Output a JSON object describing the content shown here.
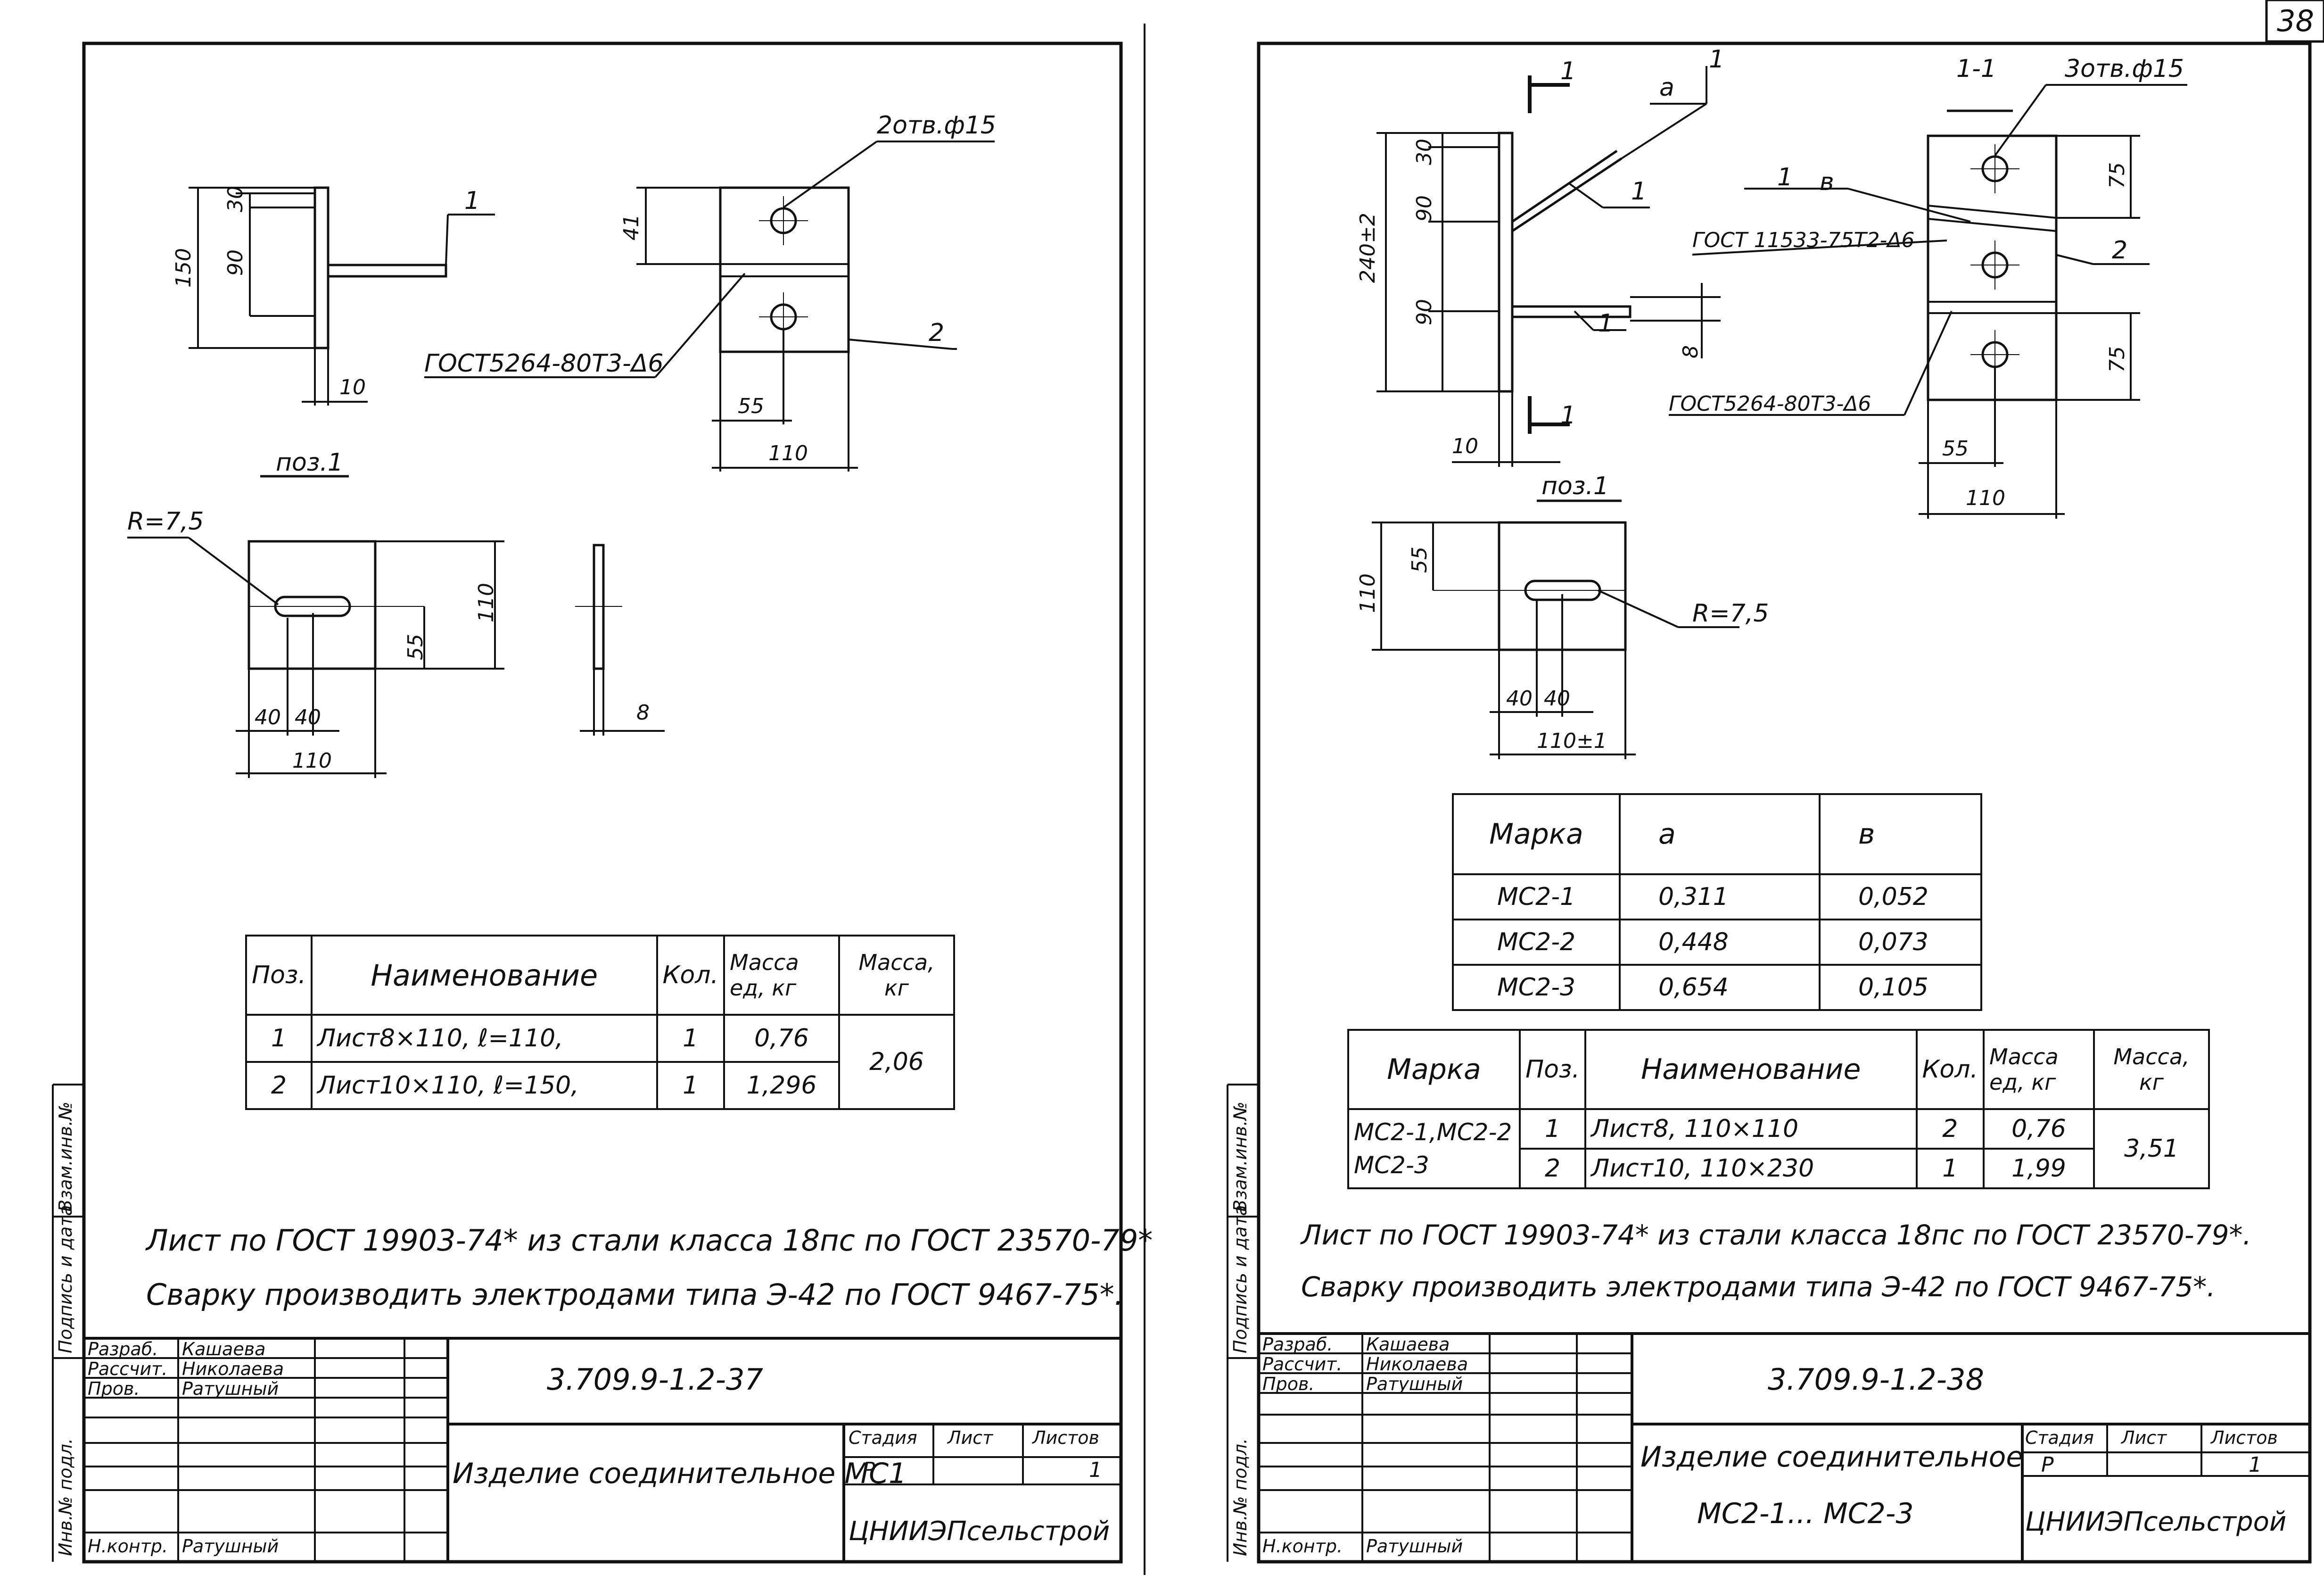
{
  "page_number": "38",
  "left_sheet": {
    "labels": {
      "hole_note": "2отв.ф15",
      "gost_weld": "ГОСТ5264-80Т3-Δ6",
      "pos1_title": "поз.1",
      "radius": "R=7,5",
      "pos1_label": "1",
      "pos2_label": "2"
    },
    "dims": {
      "d150": "150",
      "d90": "90",
      "d30": "30",
      "d10": "10",
      "d41": "41",
      "d55": "55",
      "d110": "110",
      "d55b": "55",
      "d110b": "110",
      "d40a": "40",
      "d40b": "40",
      "d110c": "110",
      "d8": "8"
    },
    "spec": {
      "headers": [
        "Поз.",
        "Наименование",
        "Кол.",
        "Масса ед, кг",
        "Масса, кг"
      ],
      "rows": [
        {
          "pos": "1",
          "name": "Лист8×110, ℓ=110,",
          "qty": "1",
          "mass_unit": "0,76"
        },
        {
          "pos": "2",
          "name": "Лист10×110, ℓ=150,",
          "qty": "1",
          "mass_unit": "1,296"
        }
      ],
      "total_mass": "2,06"
    },
    "notes": [
      "Лист по ГОСТ 19903-74* из стали класса 18пс по ГОСТ 23570-79*",
      "Сварку производить электродами типа Э-42 по ГОСТ 9467-75*."
    ],
    "title_block": {
      "code": "3.709.9-1.2-37",
      "roles": [
        "Разраб.",
        "Рассчит.",
        "Пров.",
        "Н.контр."
      ],
      "names": [
        "Кашаева",
        "Николаева",
        "Ратушный",
        "Ратушный"
      ],
      "title": "Изделие соединительное МС1",
      "stage_label": "Стадия",
      "sheet_label": "Лист",
      "sheets_label": "Листов",
      "stage": "Р",
      "sheets": "1",
      "org": "ЦНИИЭПсельстрой"
    },
    "side_stamps": [
      "Инв.№ подл.",
      "Подпись и дата",
      "Взам.инв.№"
    ]
  },
  "right_sheet": {
    "labels": {
      "section_mark": "1",
      "section_title": "1-1",
      "hole_note": "3отв.ф15",
      "angle_a": "a",
      "angle_1": "1",
      "gost_11533": "ГОСТ 11533-75Т2-Δ6",
      "gost_5264": "ГОСТ5264-80Т3-Δ6",
      "b_label": "в",
      "slope_1": "1",
      "pos1_title": "поз.1",
      "radius": "R=7,5",
      "pos1_label": "1",
      "pos2_label": "2",
      "pos1b_label": "1"
    },
    "dims": {
      "d240": "240±2",
      "d30": "30",
      "d90a": "90",
      "d90b": "90",
      "d10": "10",
      "d8": "8",
      "d75a": "75",
      "d75b": "75",
      "d55": "55",
      "d110": "110",
      "d110v": "110",
      "d55v": "55",
      "d40a": "40",
      "d40b": "40",
      "d110t": "110±1"
    },
    "marks_table": {
      "headers": [
        "Марка",
        "a",
        "в"
      ],
      "rows": [
        {
          "mark": "МС2-1",
          "a": "0,311",
          "b": "0,052"
        },
        {
          "mark": "МС2-2",
          "a": "0,448",
          "b": "0,073"
        },
        {
          "mark": "МС2-3",
          "a": "0,654",
          "b": "0,105"
        }
      ]
    },
    "spec": {
      "headers": [
        "Марка",
        "Поз.",
        "Наименование",
        "Кол.",
        "Масса ед, кг",
        "Масса, кг"
      ],
      "mark_cell": "МС2-1,МС2-2 МС2-3",
      "rows": [
        {
          "pos": "1",
          "name": "Лист8, 110×110",
          "qty": "2",
          "mass_unit": "0,76"
        },
        {
          "pos": "2",
          "name": "Лист10, 110×230",
          "qty": "1",
          "mass_unit": "1,99"
        }
      ],
      "total_mass": "3,51"
    },
    "notes": [
      "Лист по ГОСТ 19903-74* из стали класса 18пс по ГОСТ 23570-79*.",
      "Сварку производить электродами типа Э-42 по ГОСТ 9467-75*."
    ],
    "title_block": {
      "code": "3.709.9-1.2-38",
      "roles": [
        "Разраб.",
        "Рассчит.",
        "Пров.",
        "Н.контр."
      ],
      "names": [
        "Кашаева",
        "Николаева",
        "Ратушный",
        "Ратушный"
      ],
      "title_line1": "Изделие соединительное",
      "title_line2": "МС2-1... МС2-3",
      "stage_label": "Стадия",
      "sheet_label": "Лист",
      "sheets_label": "Листов",
      "stage": "Р",
      "sheets": "1",
      "org": "ЦНИИЭПсельстрой"
    },
    "side_stamps": [
      "Инв.№ подл.",
      "Подпись и дата",
      "Взам.инв.№"
    ]
  }
}
